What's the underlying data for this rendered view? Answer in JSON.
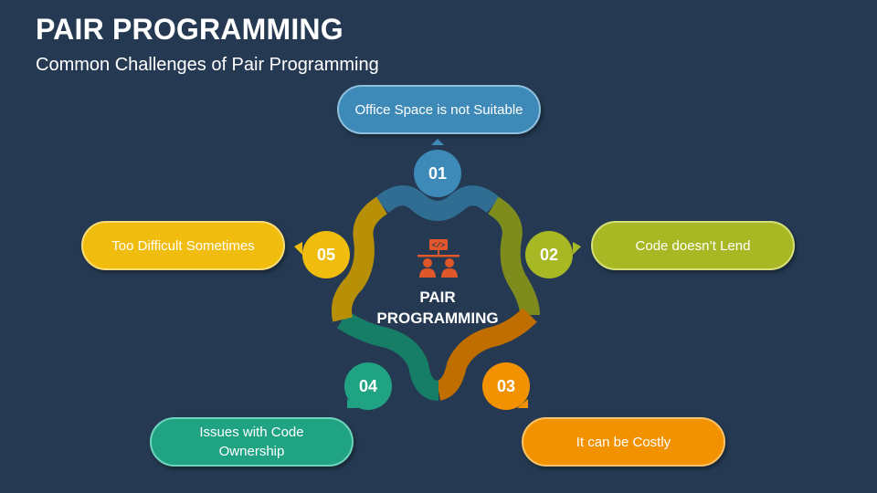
{
  "header": {
    "title": "PAIR PROGRAMMING",
    "subtitle": "Common Challenges of Pair Programming"
  },
  "center": {
    "label_line1": "PAIR",
    "label_line2": "PROGRAMMING",
    "icon": "pair-programming-icon",
    "icon_color": "#e0572a"
  },
  "items": [
    {
      "number": "01",
      "label": "Office Space is not Suitable",
      "color": "#3d8ab8",
      "ring_color": "#2f6e92"
    },
    {
      "number": "02",
      "label": "Code doesn’t Lend",
      "color": "#a8b824",
      "ring_color": "#7e8c1e"
    },
    {
      "number": "03",
      "label": "It can be Costly",
      "color": "#f39200",
      "ring_color": "#c06e00"
    },
    {
      "number": "04",
      "label": "Issues with Code Ownership",
      "color": "#1fa383",
      "ring_color": "#167e67"
    },
    {
      "number": "05",
      "label": "Too Difficult Sometimes",
      "color": "#f0bd0e",
      "ring_color": "#b89008"
    }
  ],
  "colors": {
    "background": "#253a52"
  }
}
